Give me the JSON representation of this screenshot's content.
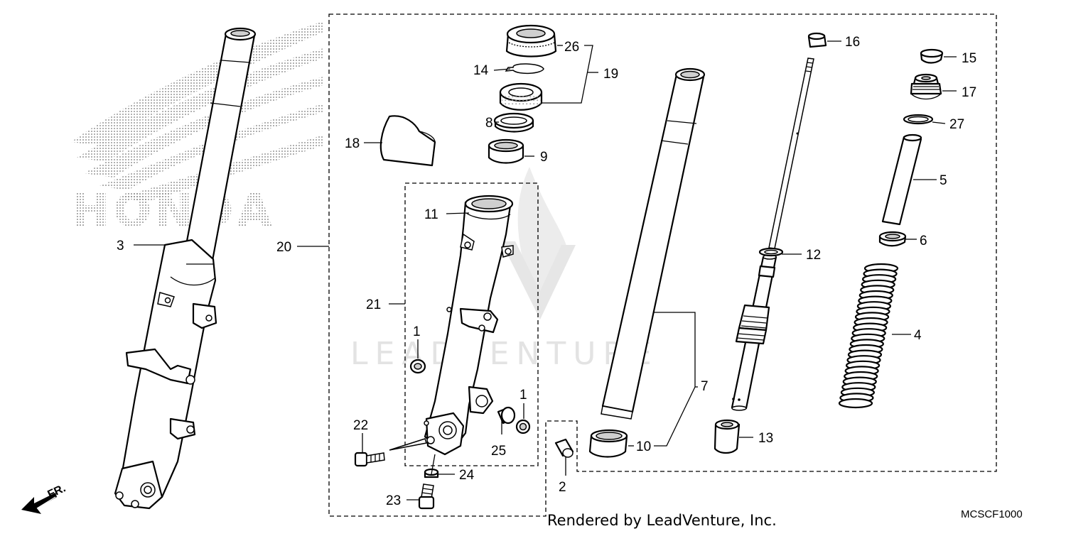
{
  "diagram": {
    "watermark": "LEADVENTURE",
    "brand_logo_text": "HONDA",
    "credit": "Rendered by LeadVenture, Inc.",
    "diagram_code": "MCSCF1000",
    "direction_label": "FR.",
    "callouts": {
      "c1a": "1",
      "c1b": "1",
      "c2": "2",
      "c3": "3",
      "c4": "4",
      "c5": "5",
      "c6": "6",
      "c7": "7",
      "c8": "8",
      "c9": "9",
      "c10": "10",
      "c11": "11",
      "c12": "12",
      "c13": "13",
      "c14": "14",
      "c15": "15",
      "c16": "16",
      "c17": "17",
      "c18": "18",
      "c19": "19",
      "c20": "20",
      "c21": "21",
      "c22": "22",
      "c23": "23",
      "c24": "24",
      "c25": "25",
      "c26": "26",
      "c27": "27"
    }
  }
}
